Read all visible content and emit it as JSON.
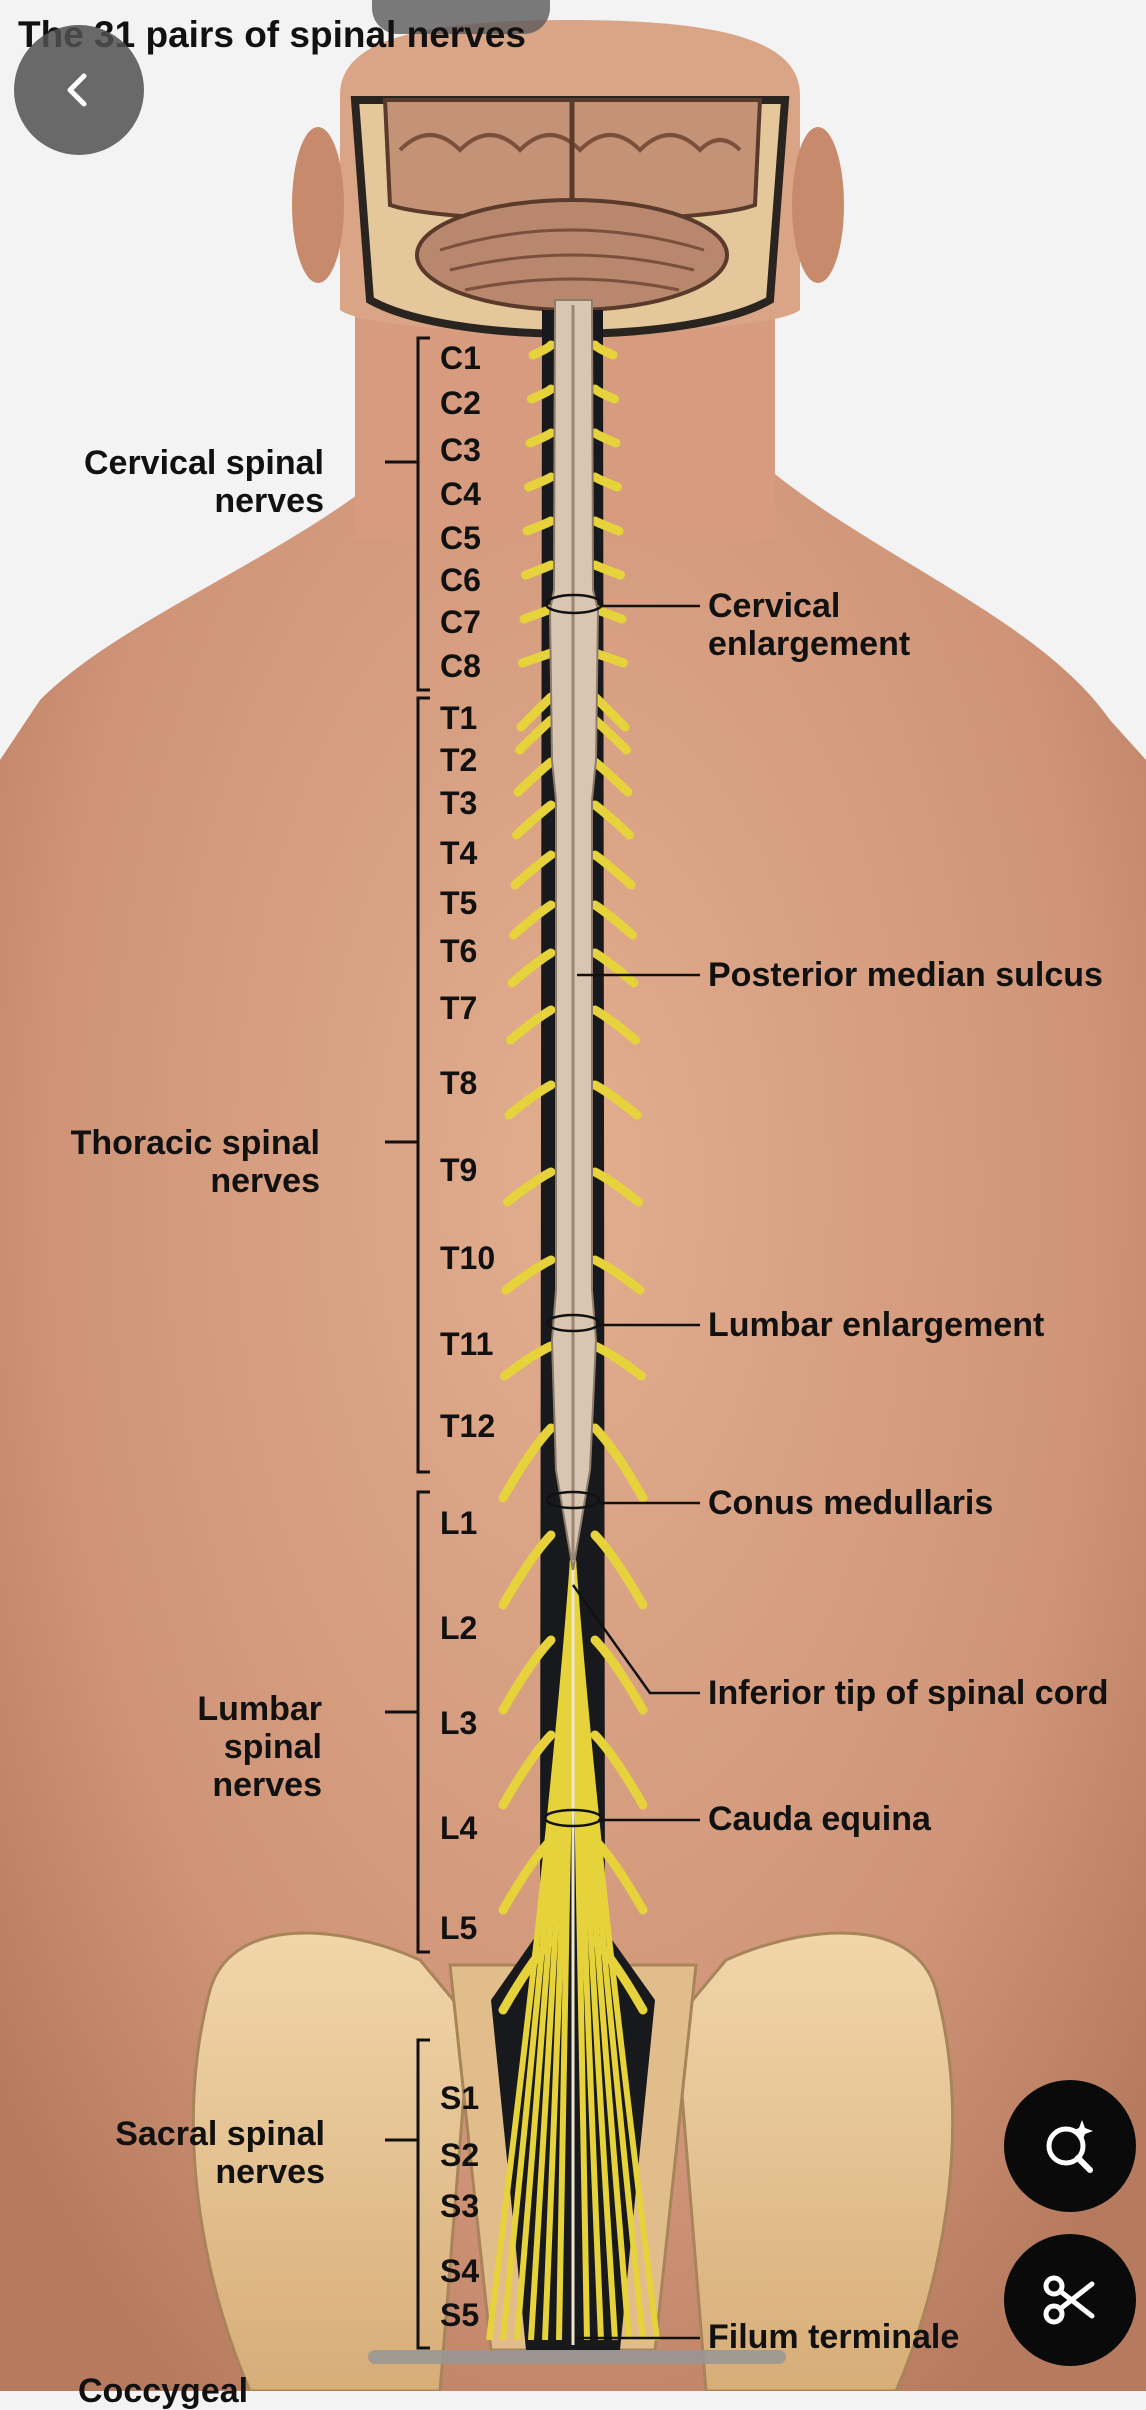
{
  "title": "The 31 pairs of spinal nerves",
  "segments": {
    "cervical": [
      "C1",
      "C2",
      "C3",
      "C4",
      "C5",
      "C6",
      "C7",
      "C8"
    ],
    "thoracic": [
      "T1",
      "T2",
      "T3",
      "T4",
      "T5",
      "T6",
      "T7",
      "T8",
      "T9",
      "T10",
      "T11",
      "T12"
    ],
    "lumbar": [
      "L1",
      "L2",
      "L3",
      "L4",
      "L5"
    ],
    "sacral": [
      "S1",
      "S2",
      "S3",
      "S4",
      "S5"
    ]
  },
  "left_labels": {
    "cervical": [
      "Cervical spinal",
      "nerves"
    ],
    "thoracic": [
      "Thoracic spinal",
      "nerves"
    ],
    "lumbar": [
      "Lumbar",
      "spinal",
      "nerves"
    ],
    "sacral": [
      "Sacral spinal",
      "nerves"
    ],
    "coccygeal": "Coccygeal"
  },
  "right_labels": {
    "cervical_enlargement": [
      "Cervical",
      "enlargement"
    ],
    "posterior_median_sulcus": "Posterior median sulcus",
    "lumbar_enlargement": "Lumbar enlargement",
    "conus_medullaris": "Conus medullaris",
    "inferior_tip": "Inferior tip of spinal cord",
    "cauda_equina": "Cauda equina",
    "filum_terminale": "Filum terminale"
  },
  "icons": {
    "back": "chevron-left-icon",
    "visual_search": "lens-sparkle-icon",
    "cutout": "scissors-icon"
  },
  "colors": {
    "skin": "#d9a283",
    "nerve": "#e6d23a",
    "cord": "#d7c6b4",
    "bone": "#e9c99a",
    "canal": "#18191c"
  }
}
